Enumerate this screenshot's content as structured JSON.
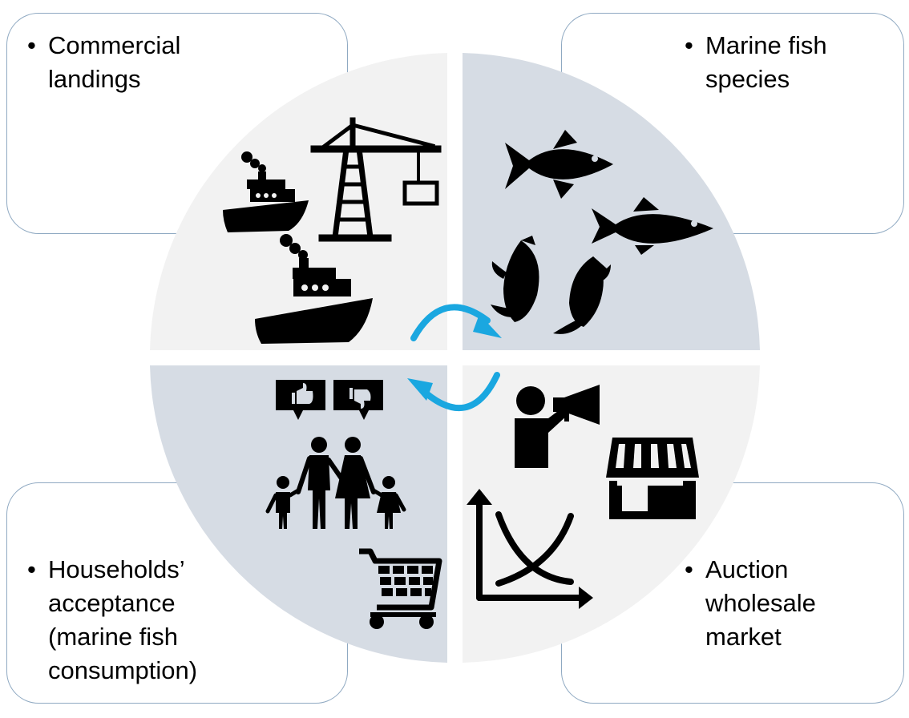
{
  "colors": {
    "quadrant_light": "#f2f2f2",
    "quadrant_blue": "#d6dce4",
    "box_border": "#8fa9c2",
    "arrow": "#1aa7e0",
    "icon": "#000000"
  },
  "boxes": {
    "top_left": {
      "bullet": "•",
      "lines": [
        "Commercial",
        "landings"
      ]
    },
    "top_right": {
      "bullet": "•",
      "lines": [
        "Marine fish",
        "species"
      ]
    },
    "bottom_left": {
      "bullet": "•",
      "lines": [
        "Households’",
        "acceptance",
        "(marine fish",
        "consumption)"
      ]
    },
    "bottom_right": {
      "bullet": "•",
      "lines": [
        "Auction",
        "wholesale",
        "market"
      ]
    }
  },
  "icons": {
    "top_left": [
      "boat-icon",
      "crane-icon",
      "ship-icon"
    ],
    "top_right": [
      "fish-icon",
      "fish-icon",
      "leaping-fish-icon",
      "leaping-fish-icon"
    ],
    "bottom_left": [
      "thumbs-up-icon",
      "thumbs-down-icon",
      "family-icon",
      "shopping-cart-icon"
    ],
    "bottom_right": [
      "megaphone-person-icon",
      "market-stall-icon",
      "supply-demand-chart-icon"
    ]
  }
}
